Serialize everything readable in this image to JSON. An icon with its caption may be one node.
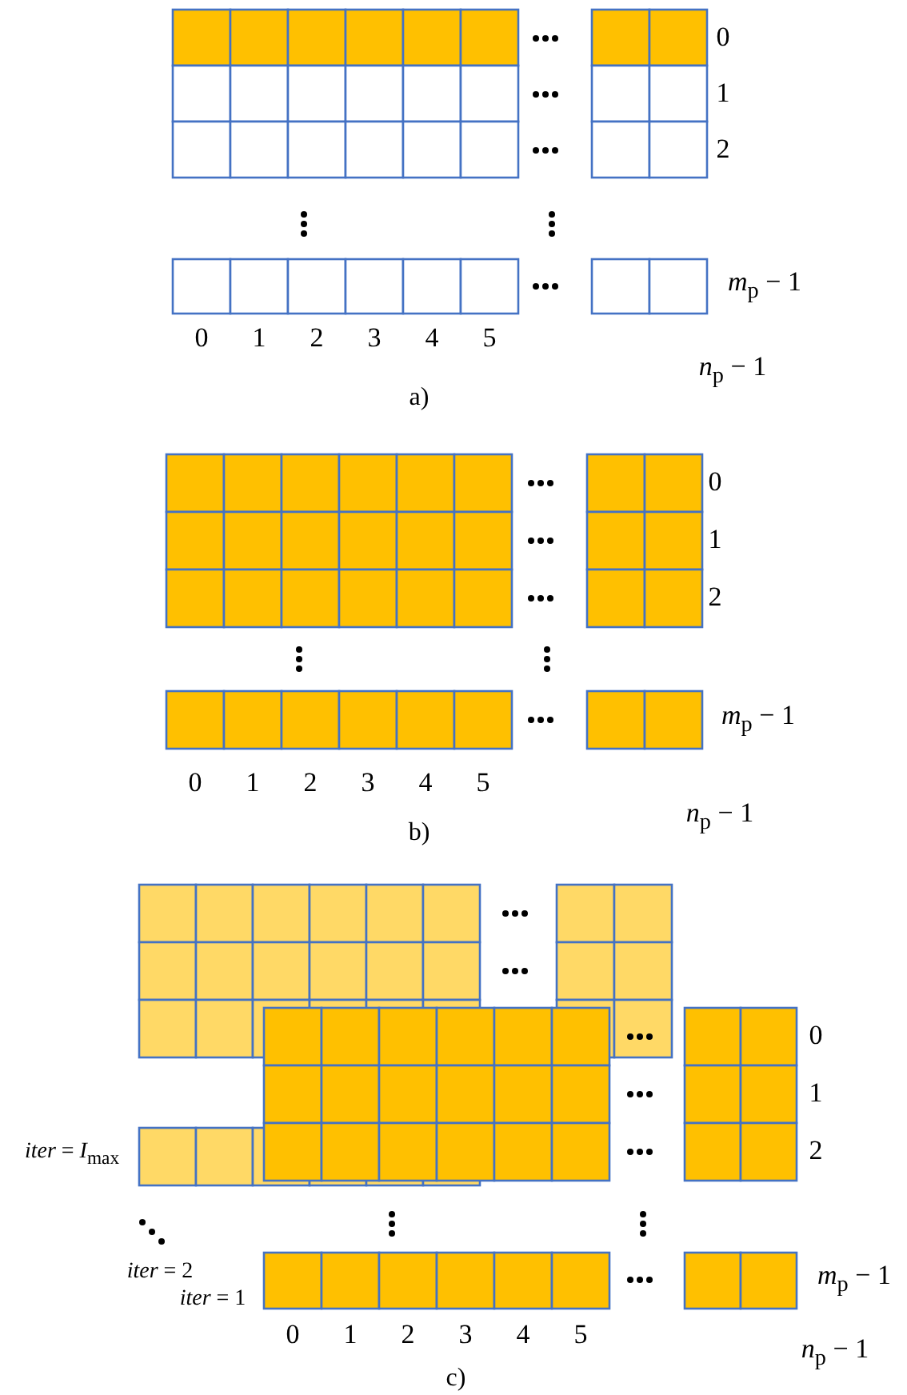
{
  "diagram": {
    "labels": [
      "0",
      "1",
      "2",
      "*m*$_{p}$ − 1",
      "0",
      "1",
      "2",
      "3",
      "4",
      "5",
      "*n*$_{p}$ − 1",
      "a)",
      "0",
      "1",
      "2",
      "*m*$_{p}$ − 1",
      "0",
      "1",
      "2",
      "3",
      "4",
      "5",
      "*n*$_{p}$ − 1",
      "b)",
      "0",
      "1",
      "*iter* = *I*$_{max}$",
      "2",
      "*iter* = 2",
      "*m*$_{p}$ − 1",
      "*iter* = 1",
      "0",
      "1",
      "2",
      "3",
      "4",
      "5",
      "*n*$_{p}$ − 1",
      "c)"
    ]
  }
}
